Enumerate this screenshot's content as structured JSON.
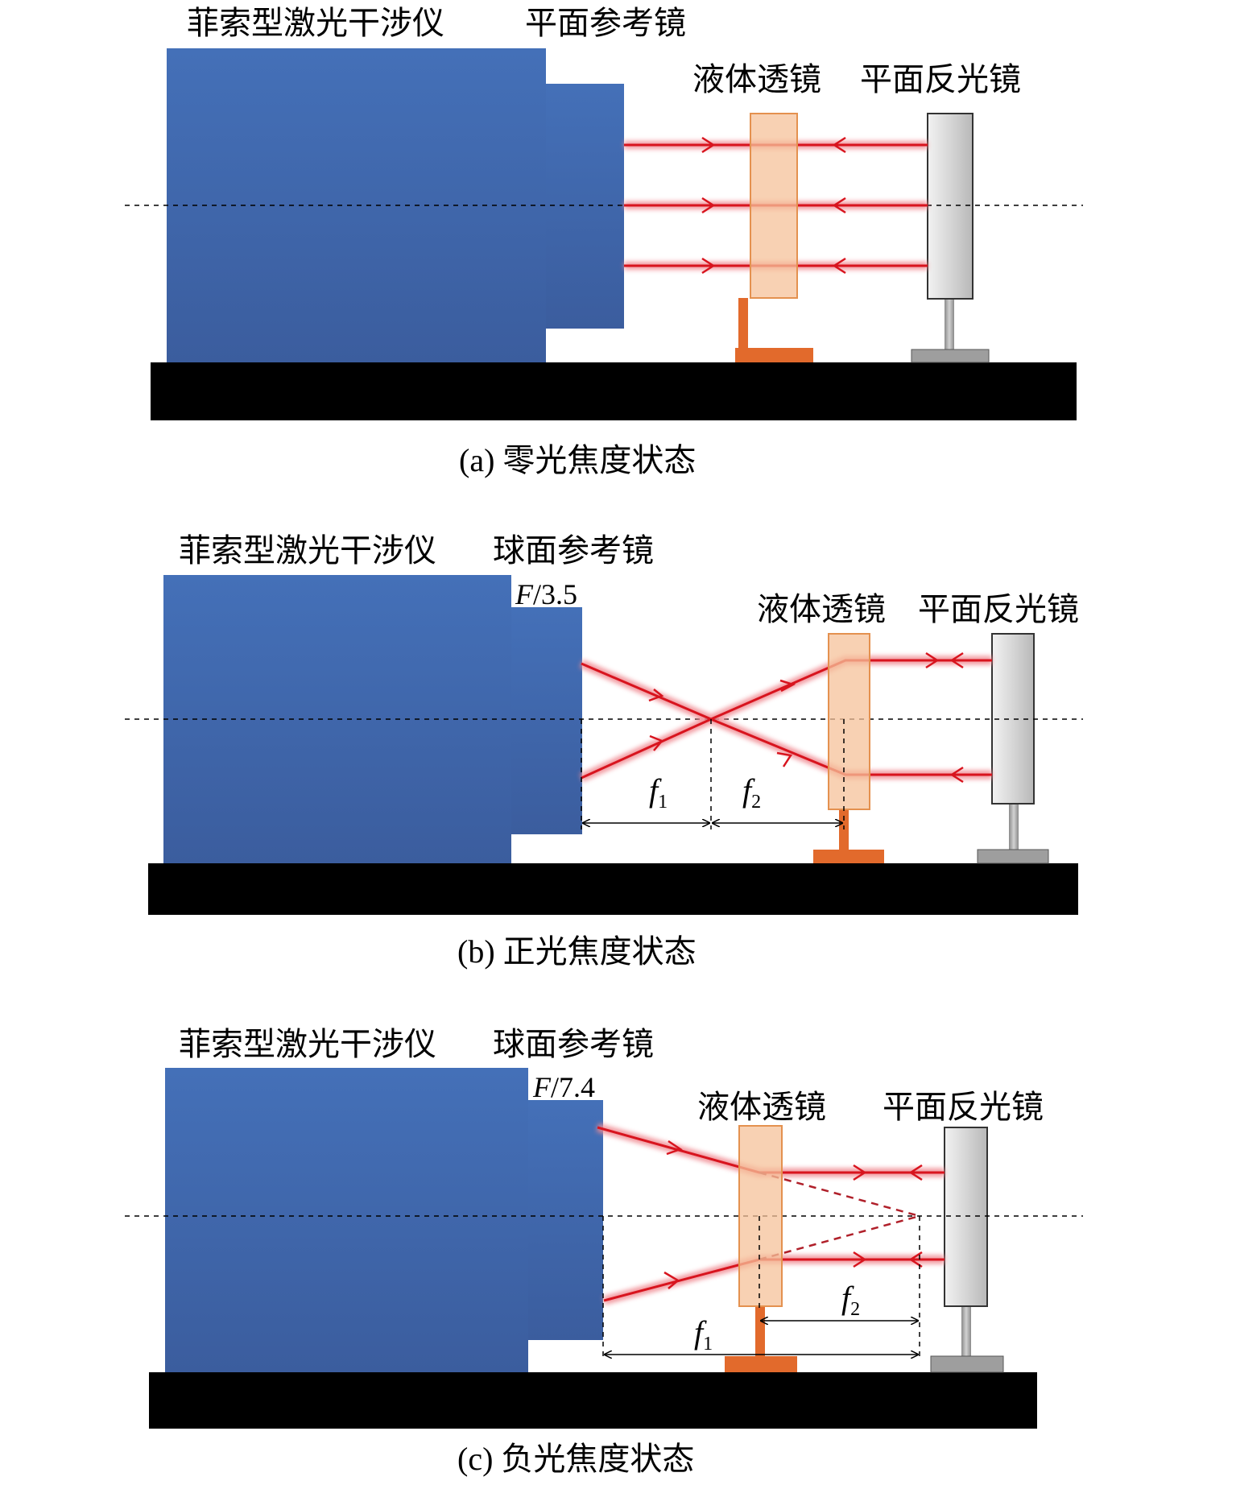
{
  "panels": [
    {
      "id": "a",
      "interferometer_label": "菲索型激光干涉仪",
      "reference_label": "平面参考镜",
      "lens_label": "液体透镜",
      "mirror_label": "平面反光镜",
      "caption": "(a) 零光焦度状态"
    },
    {
      "id": "b",
      "interferometer_label": "菲索型激光干涉仪",
      "reference_label": "球面参考镜",
      "f_number_italic": "F",
      "f_number_rest": "/3.5",
      "lens_label": "液体透镜",
      "mirror_label": "平面反光镜",
      "f1_symbol": "f",
      "f1_sub": "1",
      "f2_symbol": "f",
      "f2_sub": "2",
      "caption": "(b) 正光焦度状态"
    },
    {
      "id": "c",
      "interferometer_label": "菲索型激光干涉仪",
      "reference_label": "球面参考镜",
      "f_number_italic": "F",
      "f_number_rest": "/7.4",
      "lens_label": "液体透镜",
      "mirror_label": "平面反光镜",
      "f1_symbol": "f",
      "f1_sub": "1",
      "f2_symbol": "f",
      "f2_sub": "2",
      "caption": "(c) 负光焦度状态"
    }
  ],
  "colors": {
    "interferometer": "#4169B0",
    "base": "#000000",
    "beam": "#D8141E",
    "beam_glow": "#F08A92",
    "lens": "#F6C19A",
    "lens_mount": "#E26A2C",
    "mirror": "#D4D4D4",
    "mirror_mount": "#9E9E9E"
  }
}
